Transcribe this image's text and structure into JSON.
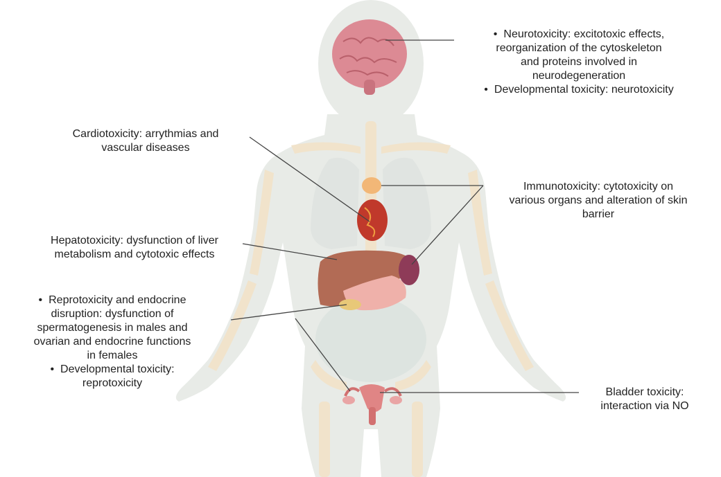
{
  "labels": {
    "neuro": {
      "bullet1": [
        "Neurotoxicity: excitotoxic effects,",
        "reorganization of the cytoskeleton",
        "and proteins involved in",
        "neurodegeneration"
      ],
      "bullet2": "Developmental toxicity: neurotoxicity"
    },
    "cardio": [
      "Cardiotoxicity: arrythmias and",
      "vascular diseases"
    ],
    "immuno": [
      "Immunotoxicity: cytotoxicity on",
      "various organs and alteration of skin",
      "barrier"
    ],
    "hepato": [
      "Hepatotoxicity: dysfunction of liver",
      "metabolism and cytotoxic effects"
    ],
    "repro": {
      "bullet1": [
        "Reprotoxicity and endocrine",
        "disruption: dysfunction of",
        "spermatogenesis in males and",
        "ovarian and endocrine functions",
        "in females"
      ],
      "bullet2": [
        "Developmental toxicity:",
        "reprotoxicity"
      ]
    },
    "bladder": [
      "Bladder toxicity:",
      "interaction via NO"
    ]
  },
  "colors": {
    "skin": "#e8ebe7",
    "bone": "#f1e3cb",
    "brain": "#dc8a94",
    "lungs": "#e9ecea",
    "heart": "#c0392b",
    "thyroid": "#f2b777",
    "liver": "#b26b55",
    "spleen": "#8e3b58",
    "stomach": "#efb1aa",
    "intestine": "#e3e9e6",
    "uterus": "#e08585",
    "leader": "#444444"
  },
  "icons": [
    "human-body",
    "brain",
    "thyroid",
    "heart",
    "lungs",
    "liver",
    "spleen",
    "stomach",
    "intestines",
    "uterus"
  ]
}
